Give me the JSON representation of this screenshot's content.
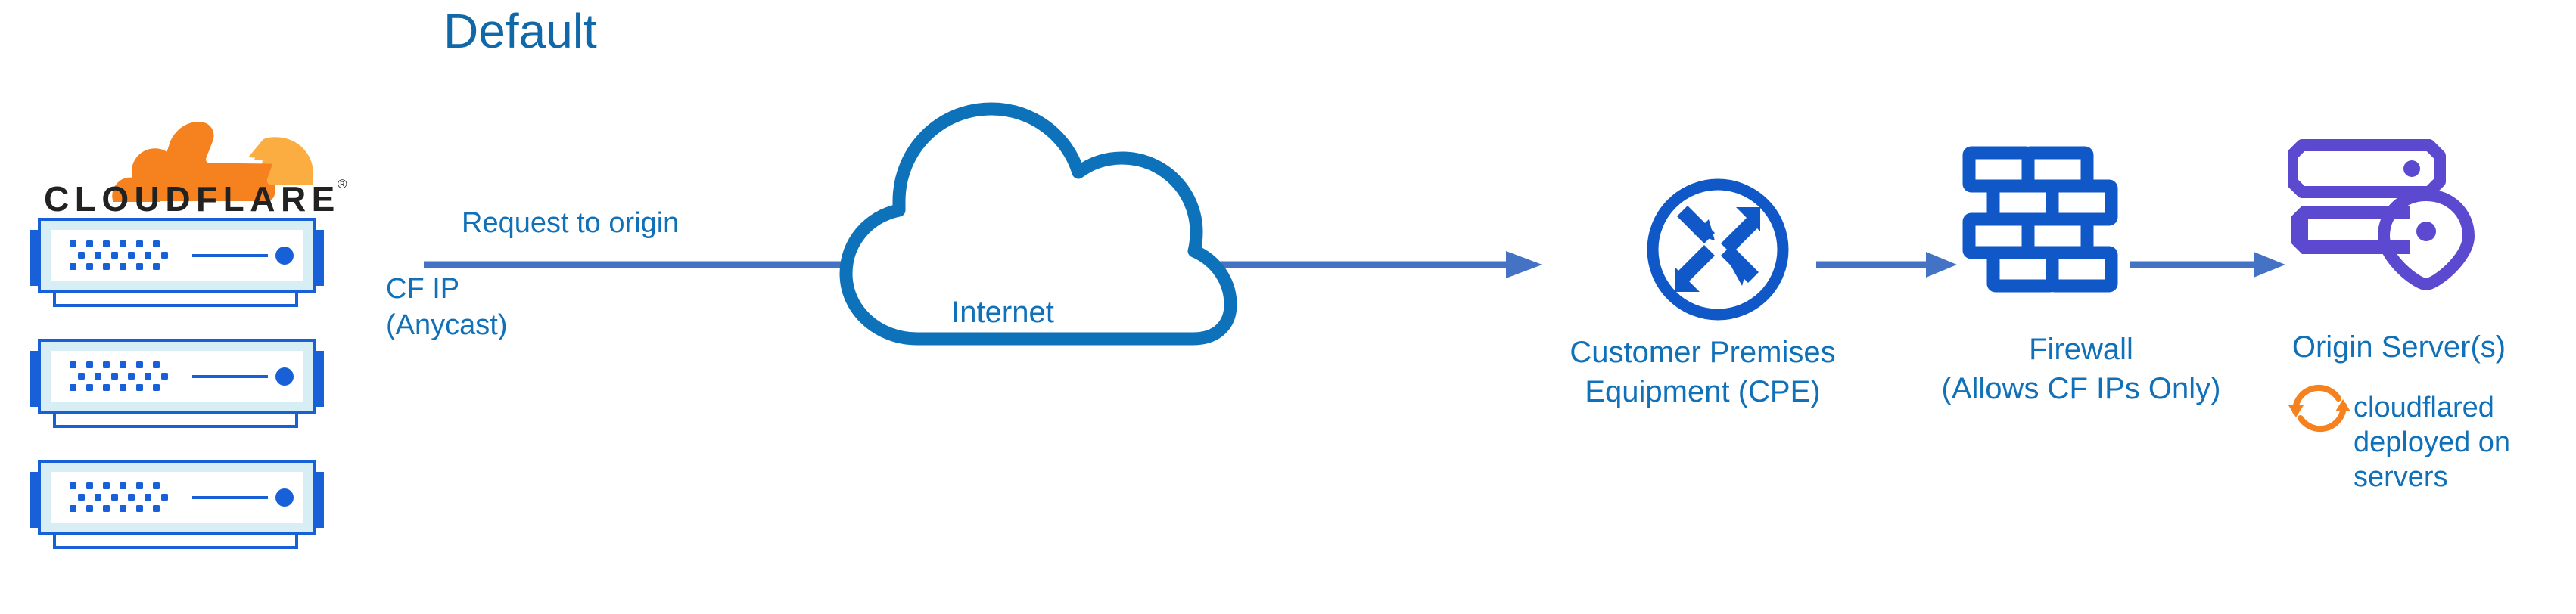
{
  "diagram": {
    "title": "Default",
    "background_color": "#FFFFFF"
  },
  "brand": {
    "name": "CLOUDFLARE",
    "registered_mark": "®",
    "cloud_orange": "#F6821F",
    "cloud_orange_light": "#FBAD41",
    "wordmark_color": "#222222"
  },
  "colors": {
    "label_blue": "#1070B8",
    "title_blue": "#1068A8",
    "arrow_blue": "#4472C4",
    "icon_blue": "#1057C8",
    "cloud_stroke_blue": "#0D72BA",
    "server_purple": "#5B4ACF",
    "rack_blue": "#1860D8",
    "rack_fill_light": "#D6EEF4",
    "orange": "#F6821F"
  },
  "left_cluster": {
    "name": "cloudflare-edge-servers",
    "unit_count": 3,
    "units": [
      {
        "label": "cloudflare-server-unit-1"
      },
      {
        "label": "cloudflare-server-unit-2"
      },
      {
        "label": "cloudflare-server-unit-3"
      }
    ]
  },
  "labels": {
    "request_to_origin": "Request to origin",
    "cf_ip_line1": "CF IP",
    "cf_ip_line2": "(Anycast)",
    "internet": "Internet",
    "cpe_line1": "Customer Premises",
    "cpe_line2": "Equipment (CPE)",
    "firewall_line1": "Firewall",
    "firewall_line2": "(Allows CF IPs Only)",
    "origin_server": "Origin Server(s)",
    "cloudflared_note": "cloudflared deployed on servers"
  },
  "nodes": [
    {
      "id": "cloudflare-edge",
      "icon": "server-rack-stack-icon",
      "label": "CF IP (Anycast)"
    },
    {
      "id": "internet",
      "icon": "cloud-outline-icon",
      "label": "Internet"
    },
    {
      "id": "cpe",
      "icon": "router-arrows-icon",
      "label": "Customer Premises Equipment (CPE)"
    },
    {
      "id": "firewall",
      "icon": "brick-wall-icon",
      "label": "Firewall (Allows CF IPs Only)"
    },
    {
      "id": "origin-server",
      "icon": "server-location-pin-icon",
      "label": "Origin Server(s)"
    }
  ],
  "connections": [
    {
      "from": "cloudflare-edge",
      "to": "cpe",
      "label": "Request to origin",
      "style": "solid-arrow"
    },
    {
      "from": "cpe",
      "to": "firewall",
      "label": "",
      "style": "solid-arrow"
    },
    {
      "from": "firewall",
      "to": "origin-server",
      "label": "",
      "style": "solid-arrow"
    }
  ]
}
